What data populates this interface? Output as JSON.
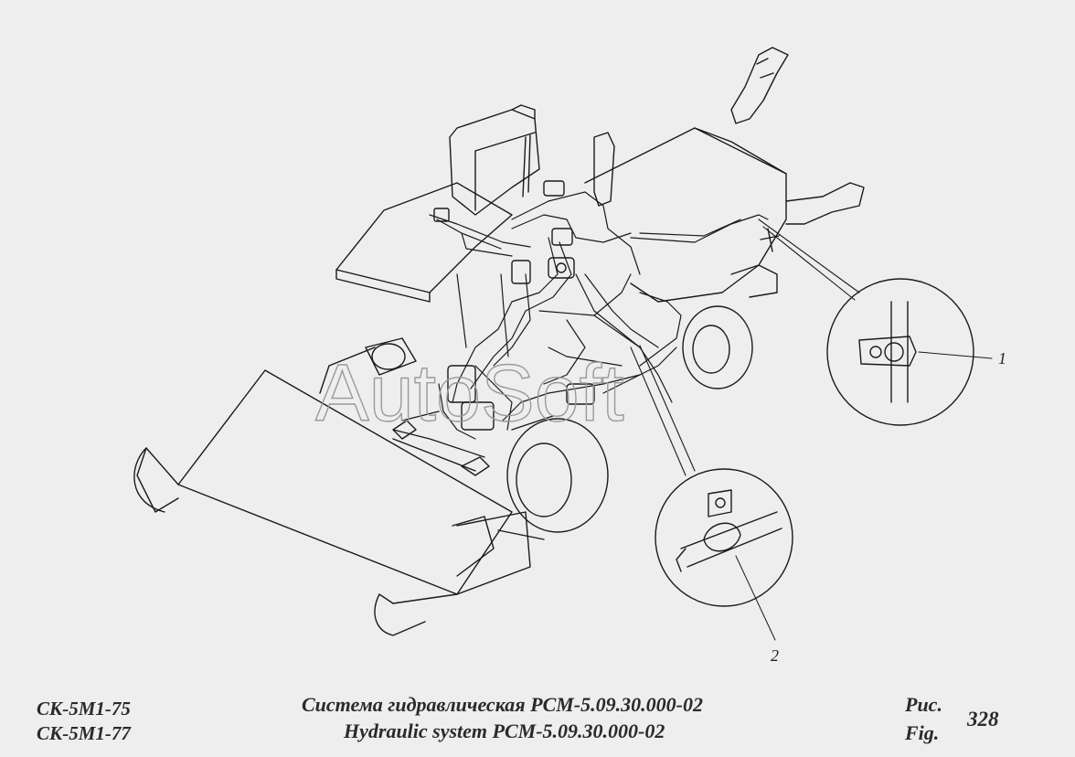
{
  "watermark": "AutoSoft",
  "callouts": {
    "item1": "1",
    "item2": "2"
  },
  "footer": {
    "model_1": "СК-5М1-75",
    "model_2": "СК-5М1-77",
    "title_ru": "Система гидравлическая РСМ-5.09.30.000-02",
    "title_en": "Hydraulic system PCM-5.09.30.000-02",
    "fig_ru": "Рис.",
    "fig_en": "Fig.",
    "fig_number": "328"
  },
  "colors": {
    "background": "#eeeeee",
    "line": "#1a1a1a",
    "watermark": "#9a9a9a"
  }
}
